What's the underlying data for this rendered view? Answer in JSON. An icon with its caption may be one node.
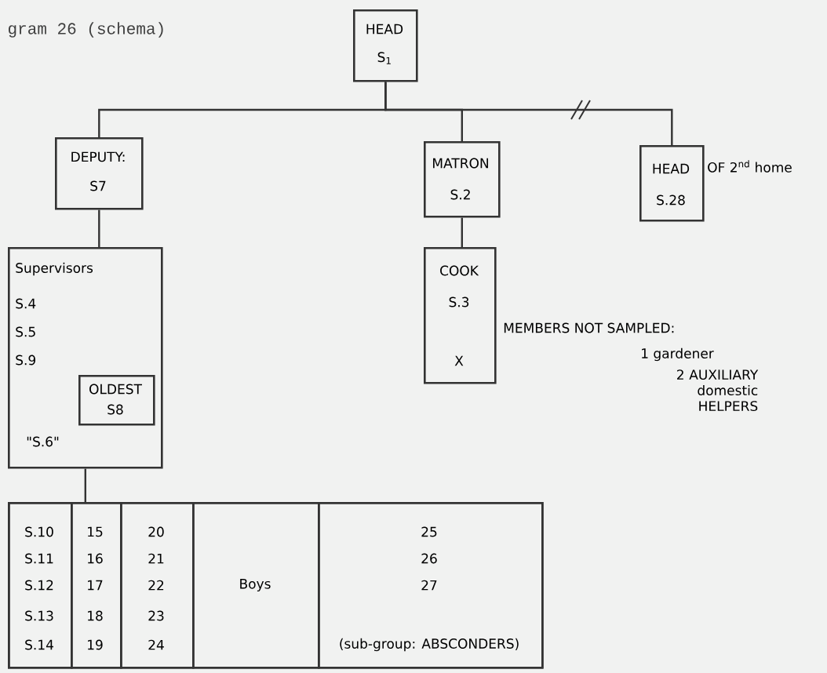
{
  "diagram": {
    "title": "gram 26 (schema)",
    "nodes": [
      {
        "text": [
          "HEAD",
          "S$_{1}$"
        ]
      },
      {
        "text": [
          "DEPUTY:",
          "S7"
        ]
      },
      {
        "text": [
          "MATRON",
          "S.2"
        ]
      },
      {
        "text": [
          "HEAD",
          "S.28"
        ],
        "beside": [
          "OF 2$^{nd}$ home"
        ]
      },
      {
        "text": [
          "Supervisors",
          "S.4",
          "S.5",
          "S.9",
          "\"S.6\""
        ]
      },
      {
        "text": [
          "OLDEST",
          "S8"
        ],
        "in": 4
      },
      {
        "text": [
          "COOK",
          "S.3",
          "X"
        ]
      },
      {
        "text": [],
        "shape": "box"
      },
      {
        "text": [
          "S.10",
          "S.11",
          "S.12",
          "S.13",
          "S.14"
        ],
        "in": 7
      },
      {
        "text": [
          "15",
          "16",
          "17",
          "18",
          "19"
        ],
        "in": 7
      },
      {
        "text": [
          "20",
          "21",
          "22",
          "23",
          "24"
        ],
        "in": 7
      },
      {
        "text": [
          "Boys"
        ],
        "in": 7
      },
      {
        "text": [
          "25",
          "26",
          "27",
          "(sub-group: ABSCONDERS)"
        ],
        "in": 7
      }
    ],
    "edges": [
      {
        "from": 0,
        "to": 1,
        "arrow": "none"
      },
      {
        "from": 0,
        "to": 2,
        "arrow": "none"
      },
      {
        "from": 0,
        "to": 3,
        "arrow": "none"
      },
      {
        "from": 1,
        "to": 4,
        "arrow": "none"
      },
      {
        "from": 2,
        "to": 6,
        "arrow": "none"
      },
      {
        "from": 4,
        "to": 7,
        "arrow": "none"
      }
    ],
    "labels": [
      "MEMBERS NOT SAMPLED:",
      "1 gardener",
      "2 AUXILIARY domestic HELPERS"
    ]
  }
}
